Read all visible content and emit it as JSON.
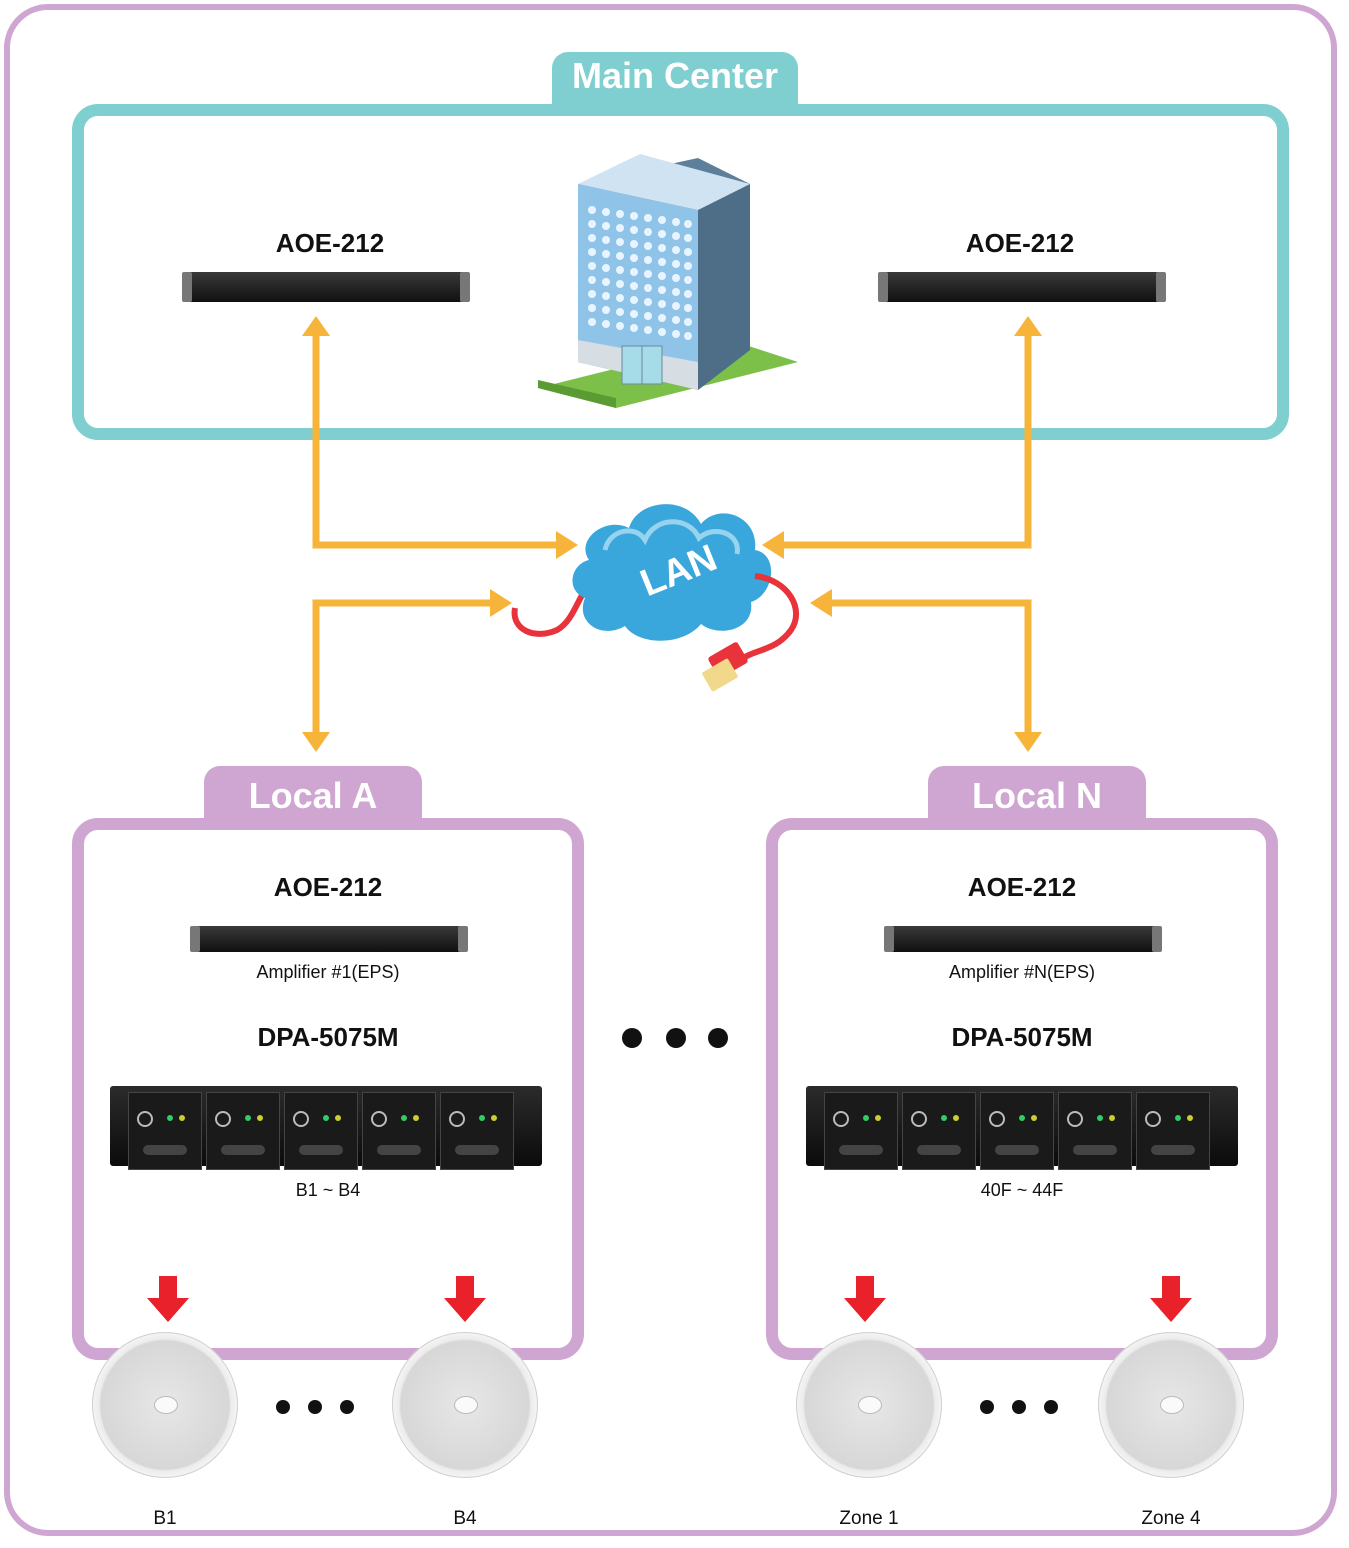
{
  "main_center": {
    "title": "Main Center",
    "left_device": "AOE-212",
    "right_device": "AOE-212"
  },
  "network": {
    "label": "LAN"
  },
  "local_a": {
    "title": "Local A",
    "device": "AOE-212",
    "device_caption": "Amplifier #1(EPS)",
    "amp": "DPA-5075M",
    "amp_caption": "B1 ~ B4",
    "speakers": [
      "B1",
      "B4"
    ]
  },
  "local_n": {
    "title": "Local N",
    "device": "AOE-212",
    "device_caption": "Amplifier #N(EPS)",
    "amp": "DPA-5075M",
    "amp_caption": "40F ~ 44F",
    "speakers": [
      "Zone 1",
      "Zone 4"
    ]
  },
  "colors": {
    "outer_border": "#cfa6d1",
    "main_border": "#7fcfd0",
    "arrow": "#f7b43a",
    "down_arrow": "#e8212a",
    "cloud": "#39a7dc",
    "cable": "#e8333a"
  }
}
